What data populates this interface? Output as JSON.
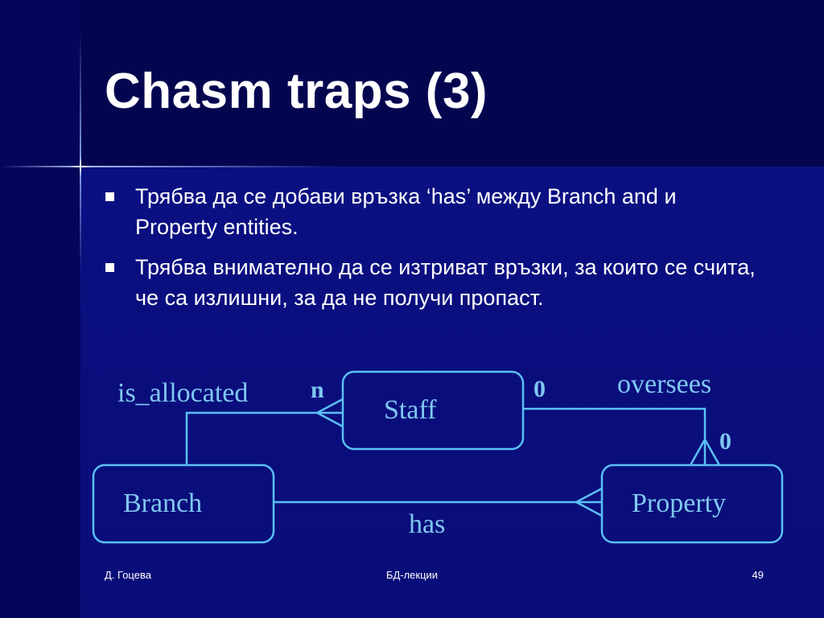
{
  "slide": {
    "title": "Chasm traps (3)",
    "bullets": [
      "Трябва да се добави връзка ‘has’ между Branch and и Property entities.",
      "Трябва внимателно да се изтриват връзки, за които се счита, че са излишни, за да не получи пропаст."
    ]
  },
  "diagram": {
    "entities": {
      "staff": "Staff",
      "branch": "Branch",
      "property": "Property"
    },
    "relationships": {
      "is_allocated": "is_allocated",
      "oversees": "oversees",
      "has": "has"
    },
    "cardinalities": {
      "staff_branch": "n",
      "staff_oversees": "0",
      "property_oversees": "0"
    },
    "line_color": "#5bc0f5",
    "text_color": "#7fc8f0"
  },
  "footer": {
    "author": "Д. Гоцева",
    "course": "БД-лекции",
    "page": "49"
  }
}
